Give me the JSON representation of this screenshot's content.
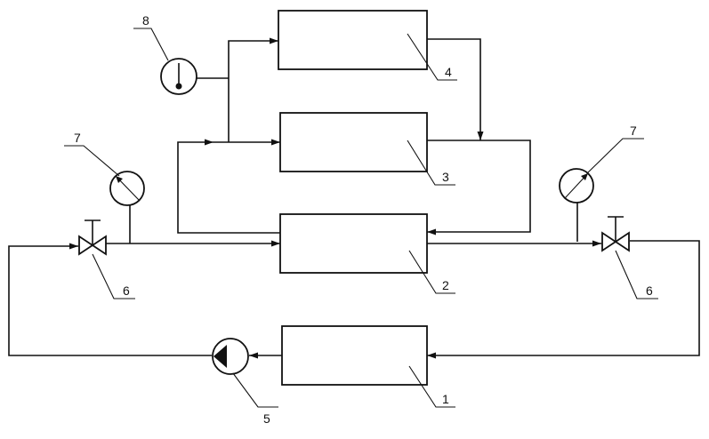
{
  "labels": {
    "one": "1",
    "two": "2",
    "three": "3",
    "four": "4",
    "five": "5",
    "six_left": "6",
    "six_right": "6",
    "seven_left": "7",
    "seven_right": "7",
    "eight": "8"
  },
  "colors": {
    "line": "#111111",
    "background": "#ffffff"
  }
}
